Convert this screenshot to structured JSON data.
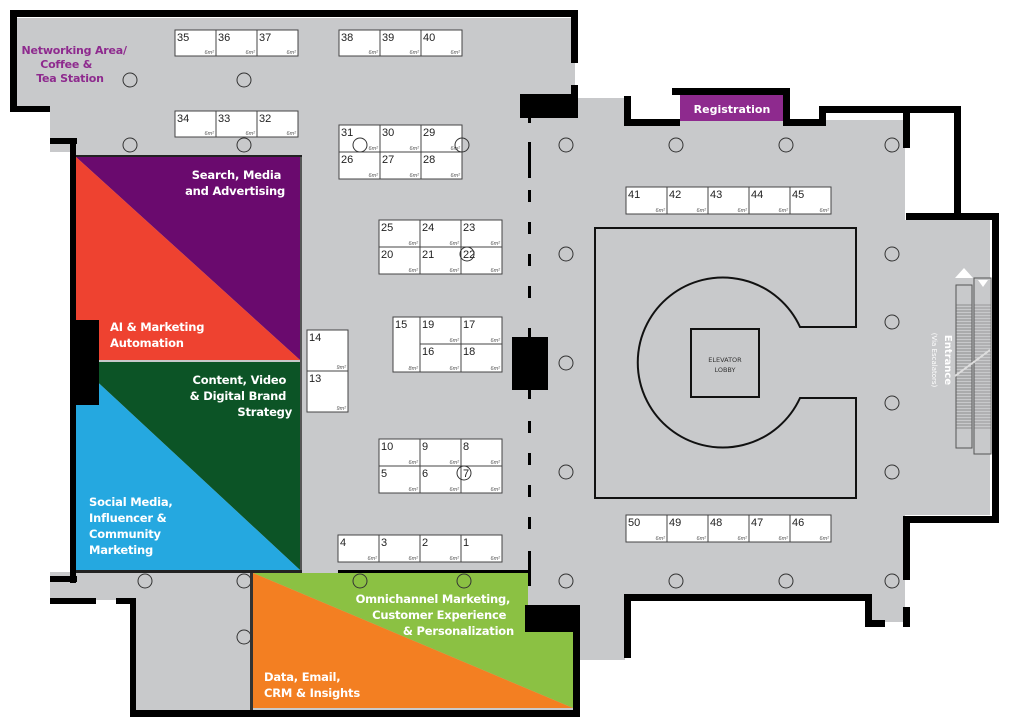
{
  "map": {
    "type": "exhibition-floor-plan",
    "colors": {
      "floor": "#c8c9cb",
      "wall": "#000000",
      "booth_fill": "#ffffff",
      "networking_text": "#8e2a8e",
      "registration": "#8e2a8e",
      "search_media": "#6a0a6e",
      "ai_marketing": "#ee4230",
      "content_video": "#0c5426",
      "social_media": "#25a8e0",
      "omnichannel": "#8bc143",
      "data_email": "#f37f22"
    },
    "labels": {
      "networking": [
        "Networking Area/",
        "Coffee &",
        "Tea Station"
      ],
      "registration": "Registration",
      "elevator_lobby": [
        "ELEVATOR",
        "LOBBY"
      ],
      "entrance": "Entrance",
      "entrance_sub": "(Via Escalators)"
    },
    "zones": [
      {
        "id": "search-media",
        "lines": [
          "Search, Media",
          "and Advertising"
        ],
        "color": "#6a0a6e"
      },
      {
        "id": "ai-marketing",
        "lines": [
          "AI & Marketing",
          "Automation"
        ],
        "color": "#ee4230"
      },
      {
        "id": "content-video",
        "lines": [
          "Content, Video",
          "& Digital Brand",
          "Strategy"
        ],
        "color": "#0c5426"
      },
      {
        "id": "social-media",
        "lines": [
          "Social Media,",
          "Influencer &",
          "Community",
          "Marketing"
        ],
        "color": "#25a8e0"
      },
      {
        "id": "omnichannel",
        "lines": [
          "Omnichannel Marketing,",
          "Customer Experience",
          "& Personalization"
        ],
        "color": "#8bc143"
      },
      {
        "id": "data-email",
        "lines": [
          "Data, Email,",
          "CRM & Insights"
        ],
        "color": "#f37f22"
      }
    ],
    "booths": [
      {
        "num": "35",
        "size": "6m²"
      },
      {
        "num": "36",
        "size": "6m²"
      },
      {
        "num": "37",
        "size": "6m²"
      },
      {
        "num": "38",
        "size": "6m²"
      },
      {
        "num": "39",
        "size": "6m²"
      },
      {
        "num": "40",
        "size": "6m²"
      },
      {
        "num": "34",
        "size": "6m²"
      },
      {
        "num": "33",
        "size": "6m²"
      },
      {
        "num": "32",
        "size": "6m²"
      },
      {
        "num": "31",
        "size": "6m²"
      },
      {
        "num": "30",
        "size": "6m²"
      },
      {
        "num": "29",
        "size": "6m²"
      },
      {
        "num": "26",
        "size": "6m²"
      },
      {
        "num": "27",
        "size": "6m²"
      },
      {
        "num": "28",
        "size": "6m²"
      },
      {
        "num": "25",
        "size": "6m²"
      },
      {
        "num": "24",
        "size": "6m²"
      },
      {
        "num": "23",
        "size": "6m²"
      },
      {
        "num": "20",
        "size": "6m²"
      },
      {
        "num": "21",
        "size": "6m²"
      },
      {
        "num": "22",
        "size": "6m²"
      },
      {
        "num": "15",
        "size": "8m²"
      },
      {
        "num": "19",
        "size": "6m²"
      },
      {
        "num": "17",
        "size": "6m²"
      },
      {
        "num": "16",
        "size": "6m²"
      },
      {
        "num": "18",
        "size": "6m²"
      },
      {
        "num": "14",
        "size": "9m²"
      },
      {
        "num": "13",
        "size": "9m²"
      },
      {
        "num": "10",
        "size": "6m²"
      },
      {
        "num": "9",
        "size": "6m²"
      },
      {
        "num": "8",
        "size": "6m²"
      },
      {
        "num": "5",
        "size": "6m²"
      },
      {
        "num": "6",
        "size": "6m²"
      },
      {
        "num": "7",
        "size": "6m²"
      },
      {
        "num": "4",
        "size": "6m²"
      },
      {
        "num": "3",
        "size": "6m²"
      },
      {
        "num": "2",
        "size": "6m²"
      },
      {
        "num": "1",
        "size": "6m²"
      },
      {
        "num": "41",
        "size": "6m²"
      },
      {
        "num": "42",
        "size": "6m²"
      },
      {
        "num": "43",
        "size": "6m²"
      },
      {
        "num": "44",
        "size": "6m²"
      },
      {
        "num": "45",
        "size": "6m²"
      },
      {
        "num": "50",
        "size": "6m²"
      },
      {
        "num": "49",
        "size": "6m²"
      },
      {
        "num": "48",
        "size": "6m²"
      },
      {
        "num": "47",
        "size": "6m²"
      },
      {
        "num": "46",
        "size": "6m²"
      }
    ]
  }
}
